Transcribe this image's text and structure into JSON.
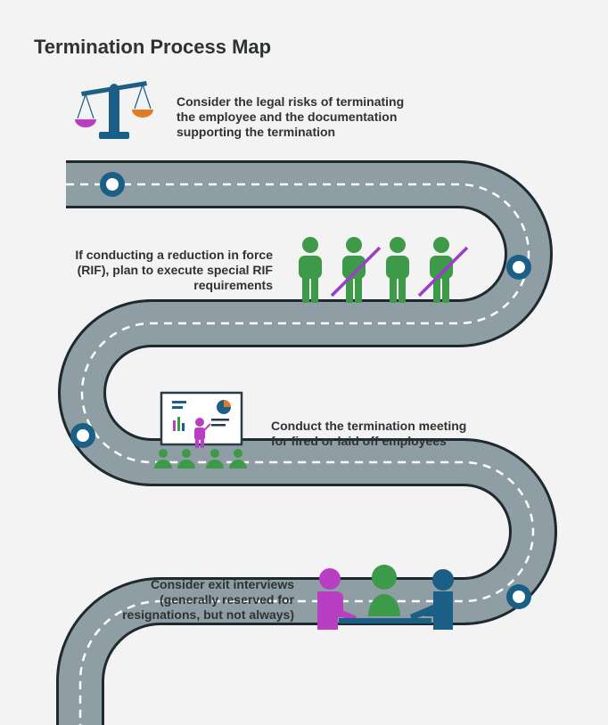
{
  "title": "Termination Process Map",
  "steps": [
    {
      "lines": [
        "Consider the legal risks of terminating",
        "the employee and the documentation",
        "supporting the termination"
      ],
      "icon": "scales-icon"
    },
    {
      "lines": [
        "If conducting a reduction in force",
        "(RIF), plan to execute special RIF",
        "requirements"
      ],
      "icon": "reduction-in-force-people-icon"
    },
    {
      "lines": [
        "Conduct the termination meeting",
        "for fired or laid off employees"
      ],
      "icon": "presentation-meeting-icon"
    },
    {
      "lines": [
        "Consider exit interviews",
        "(generally reserved for",
        "resignations, but not always)"
      ],
      "icon": "exit-interview-table-icon"
    }
  ],
  "colors": {
    "background": "#f3f3f3",
    "road": "#8e9ea4",
    "road_edge": "#1f2a30",
    "lane_marking": "#ffffff",
    "milestone": "#1b5f86",
    "scale_blue": "#1c5f86",
    "scale_purple": "#b93fc2",
    "scale_orange": "#e07b27",
    "people_green": "#3d9a49",
    "strike_purple": "#9a3fc6",
    "text": "#2f3233"
  }
}
